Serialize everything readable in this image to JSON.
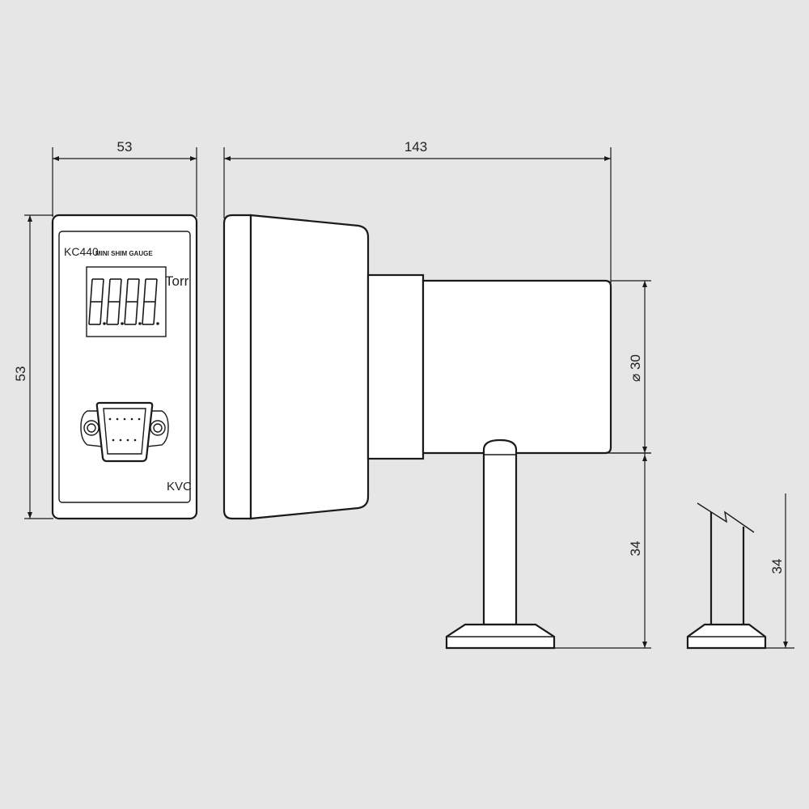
{
  "front_view": {
    "width_label": "53",
    "height_label": "53",
    "model": "KC440",
    "product_name": "MINI SHIM GAUGE",
    "unit": "Torr",
    "brand": "KVC"
  },
  "side_view": {
    "length_label": "143",
    "diameter_label": "⌀ 30",
    "flange_height_label": "34"
  },
  "detail_view": {
    "height_label": "34"
  },
  "colors": {
    "background": "#e6e6e6",
    "line": "#1a1a1a",
    "fill": "#ffffff"
  }
}
